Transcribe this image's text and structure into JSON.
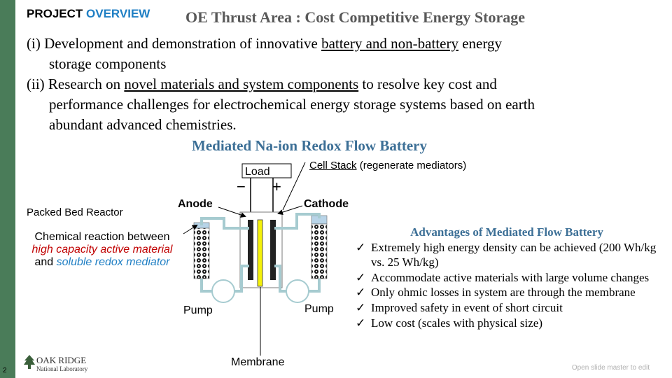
{
  "header": {
    "project_label": "PROJECT",
    "overview_label": "OVERVIEW",
    "thrust_area": "OE Thrust Area : Cost Competitive Energy Storage"
  },
  "body": {
    "item1_prefix": "(i) Development and demonstration of innovative ",
    "item1_underlined": "battery and non-battery",
    "item1_suffix": " energy",
    "item1_line2": "storage components",
    "item2_prefix": "(ii) Research on ",
    "item2_underlined": "novel materials and system components",
    "item2_suffix": " to resolve key cost and",
    "item2_line2": "performance challenges for electrochemical energy storage systems based on earth",
    "item2_line3": "abundant advanced chemistries.",
    "subtitle": "Mediated Na-ion Redox Flow Battery"
  },
  "diagram": {
    "load_label": "Load",
    "minus": "−",
    "plus": "+",
    "cell_stack_underlined": "Cell Stack",
    "cell_stack_suffix": " (regenerate mediators)",
    "anode_label": "Anode",
    "cathode_label": "Cathode",
    "packed_bed_label": "Packed Bed Reactor",
    "chem_line1": "Chemical reaction between",
    "chem_red": "high capacity active material",
    "chem_and": "and ",
    "chem_blue": "soluble redox mediator",
    "pump_left": "Pump",
    "pump_right": "Pump",
    "membrane_label": "Membrane"
  },
  "advantages": {
    "title": "Advantages of Mediated Flow Battery",
    "check_glyph": "✓",
    "items": [
      "Extremely high energy density can be achieved (200 Wh/kg vs. 25 Wh/kg)",
      "Accommodate active materials with large volume changes",
      "Only ohmic losses in system are through the membrane",
      "Improved safety in event of short circuit",
      "Low cost (scales with physical size)"
    ]
  },
  "footer": {
    "page_number": "2",
    "logo_line1": "OAK RIDGE",
    "logo_line2": "National Laboratory",
    "master_note": "Open slide master to edit"
  },
  "colors": {
    "sidebar": "#4a7c59",
    "overview": "#1f7fc4",
    "subtitle": "#3c6f96",
    "tube": "#a6cbd0",
    "membrane": "#f5f10a"
  }
}
